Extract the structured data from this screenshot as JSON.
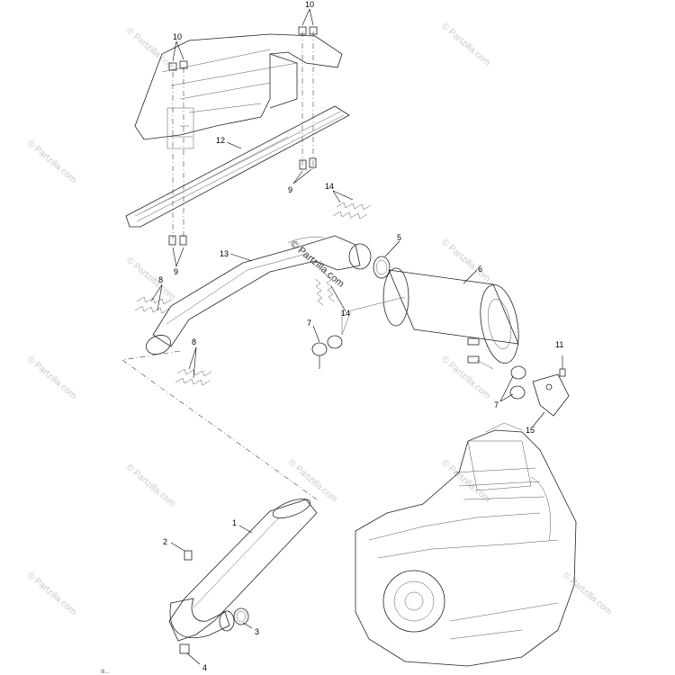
{
  "watermarks": [
    "© Partzilla.com",
    "© Partzilla.com",
    "© Partzilla.com",
    "© Partzilla.com",
    "© Partzilla.com",
    "© Partzilla.com",
    "© Partzilla.com",
    "© Partzilla.com",
    "© Partzilla.com",
    "© Partzilla.com",
    "© Partzilla.com",
    "© Partzilla.com"
  ],
  "watermark_center": "© Partzilla.com",
  "callouts": {
    "c10a": "10",
    "c10b": "10",
    "c12": "12",
    "c9a": "9",
    "c14a": "14",
    "c9b": "9",
    "c13": "13",
    "c5": "5",
    "c6": "6",
    "c8a": "8",
    "c14b": "14",
    "c7a": "7",
    "c11": "11",
    "c8b": "8",
    "c7b": "7",
    "c15": "15",
    "c1": "1",
    "c2": "2",
    "c3": "3",
    "c4": "4"
  },
  "reference_code": "Ili..."
}
